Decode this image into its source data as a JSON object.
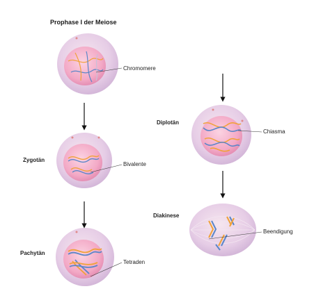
{
  "title": "Prophase I der Meiose",
  "stages": {
    "zygotan": "Zygotän",
    "pachytan": "Pachytän",
    "diplotan": "Diplotän",
    "diakinese": "Diakinese"
  },
  "callouts": {
    "chromomere": "Chromomere",
    "bivalente": "Bivalente",
    "tetraden": "Tetraden",
    "chiasma": "Chiasma",
    "beendigung": "Beendigung"
  },
  "colors": {
    "cell_outer": "#e7d2ea",
    "cell_inner": "#f1c9da",
    "nucleus": "#f0a6c4",
    "chromosome_orange": "#f0a23a",
    "chromosome_blue": "#5b86c8",
    "arrow": "#111111"
  }
}
